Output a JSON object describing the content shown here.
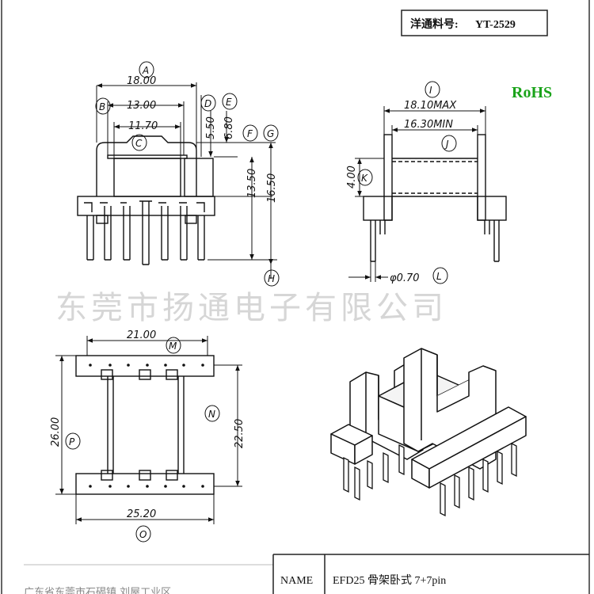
{
  "header": {
    "part_no_label": "洋通料号:",
    "part_no": "YT-2529"
  },
  "rohs": "RoHS",
  "watermark": "东莞市扬通电子有限公司",
  "front_view": {
    "dims": {
      "A": "18.00",
      "B": "13.00",
      "C": "11.70",
      "D": "5.50",
      "E": "6.80",
      "F": "13.50",
      "G": "16.50"
    },
    "labels": [
      "A",
      "B",
      "C",
      "D",
      "E",
      "F",
      "G",
      "H"
    ]
  },
  "side_view": {
    "dims": {
      "I": "18.10MAX",
      "J": "16.30MIN",
      "K": "4.00",
      "L": "φ0.70"
    },
    "labels": [
      "I",
      "J",
      "K",
      "L"
    ]
  },
  "top_view": {
    "dims": {
      "M": "21.00",
      "N": "22.50",
      "O": "25.20",
      "P": "26.00"
    },
    "labels": [
      "M",
      "N",
      "O",
      "P"
    ]
  },
  "footer": {
    "name_label": "NAME",
    "name_value": "EFD25 骨架卧式 7+7pin",
    "left_text": "广东省东莞市石碣镇 刘屋工业区"
  }
}
